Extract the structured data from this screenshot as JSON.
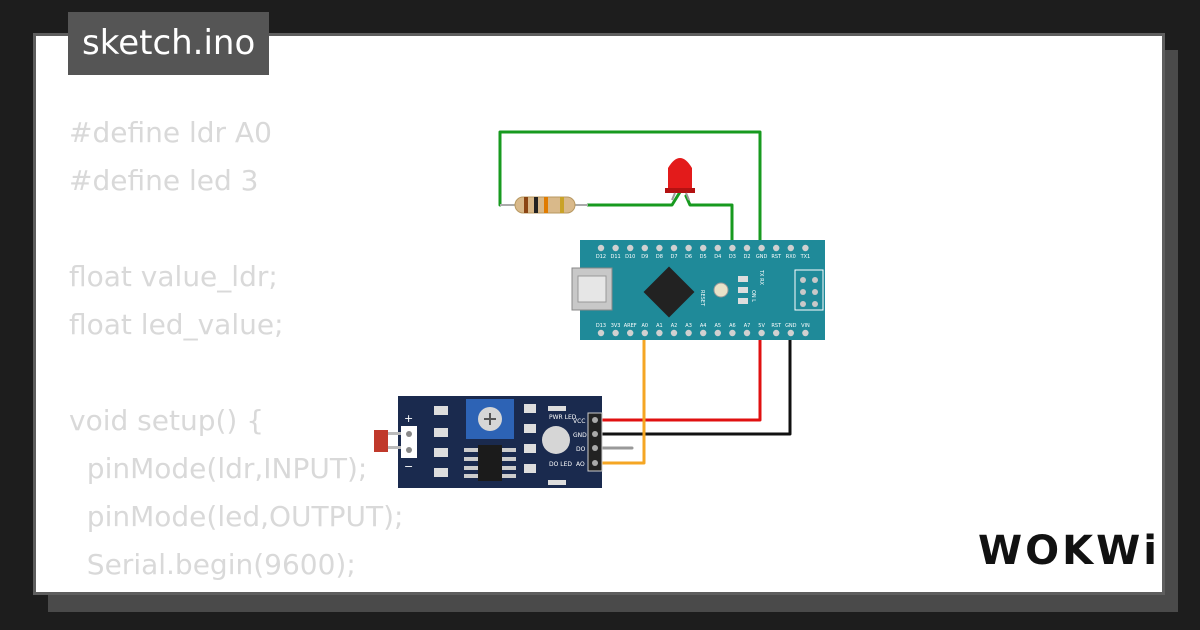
{
  "file_tab": {
    "label": "sketch.ino"
  },
  "code_lines": [
    "#define ldr A0",
    "#define led 3",
    "",
    "float value_ldr;",
    "float led_value;",
    "",
    "void setup() {",
    "  pinMode(ldr,INPUT);",
    "  pinMode(led,OUTPUT);",
    "  Serial.begin(9600);",
    "}"
  ],
  "nano": {
    "top_pins": [
      "D12",
      "D11",
      "D10",
      "D9",
      "D8",
      "D7",
      "D6",
      "D5",
      "D4",
      "D3",
      "D2",
      "GND",
      "RST",
      "RX0",
      "TX1"
    ],
    "bottom_pins": [
      "D13",
      "3V3",
      "AREF",
      "A0",
      "A1",
      "A2",
      "A3",
      "A4",
      "A5",
      "A6",
      "A7",
      "5V",
      "RST",
      "GND",
      "VIN"
    ],
    "reset_label": "RESET",
    "led_labels": "TX RX",
    "on_label": "ON L"
  },
  "ldr_module": {
    "pins": [
      "VCC",
      "GND",
      "DO",
      "AO"
    ],
    "pwr_led": "PWR LED",
    "do_led": "DO LED",
    "plus": "+",
    "minus": "−"
  },
  "brand": {
    "logo": "WOKWi"
  },
  "colors": {
    "background": "#1d1d1d",
    "card": "#ffffff",
    "code_text": "#d9d9d9",
    "nano_board": "#1f8a99",
    "module_board": "#1a2a4e",
    "wire_green": "#179a1f",
    "wire_red": "#e01010",
    "wire_black": "#111111",
    "wire_orange": "#f5a623",
    "wire_gray": "#999999"
  }
}
